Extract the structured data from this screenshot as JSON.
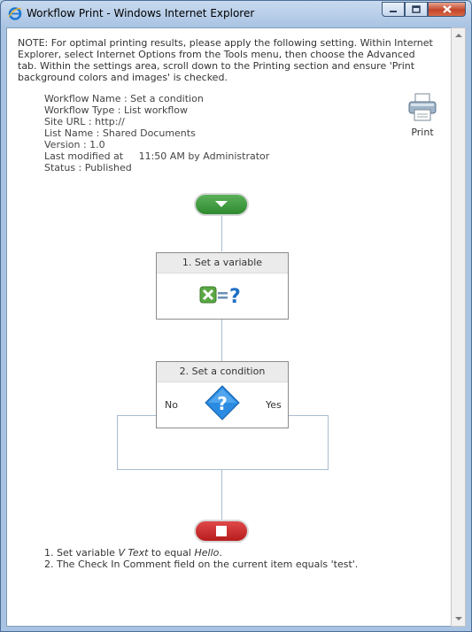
{
  "window": {
    "title": "Workflow Print - Windows Internet Explorer"
  },
  "note": "NOTE: For optimal printing results, please apply the following setting. Within Internet Explorer, select Internet Options from the Tools menu, then choose the Advanced tab. Within the settings area, scroll down to the Printing section and ensure 'Print background colors and images' is checked.",
  "meta": {
    "workflow_name": "Workflow Name : Set a condition",
    "workflow_type": "Workflow Type : List workflow",
    "site_url": "Site URL : http://",
    "list_name": "List Name : Shared Documents",
    "version": "Version : 1.0",
    "last_modified": "Last modified at     11:50 AM by Administrator",
    "status": "Status : Published"
  },
  "print": {
    "label": "Print"
  },
  "flow": {
    "step1": {
      "title": "1. Set a variable"
    },
    "step2": {
      "title": "2. Set a condition",
      "no_label": "No",
      "yes_label": "Yes"
    }
  },
  "steps": {
    "line1": {
      "prefix": "1. Set variable ",
      "var": "V Text",
      "mid": " to equal ",
      "val": "Hello",
      "suffix": "."
    },
    "line2": "2. The Check In Comment field on the current item equals 'test'."
  },
  "icons": {
    "browser": "ie-icon",
    "minimize": "minimize-icon",
    "maximize": "maximize-icon",
    "close": "close-icon",
    "printer": "printer-icon",
    "start": "start-arrow-icon",
    "variable": "set-variable-icon",
    "condition": "condition-icon",
    "end": "stop-icon"
  }
}
